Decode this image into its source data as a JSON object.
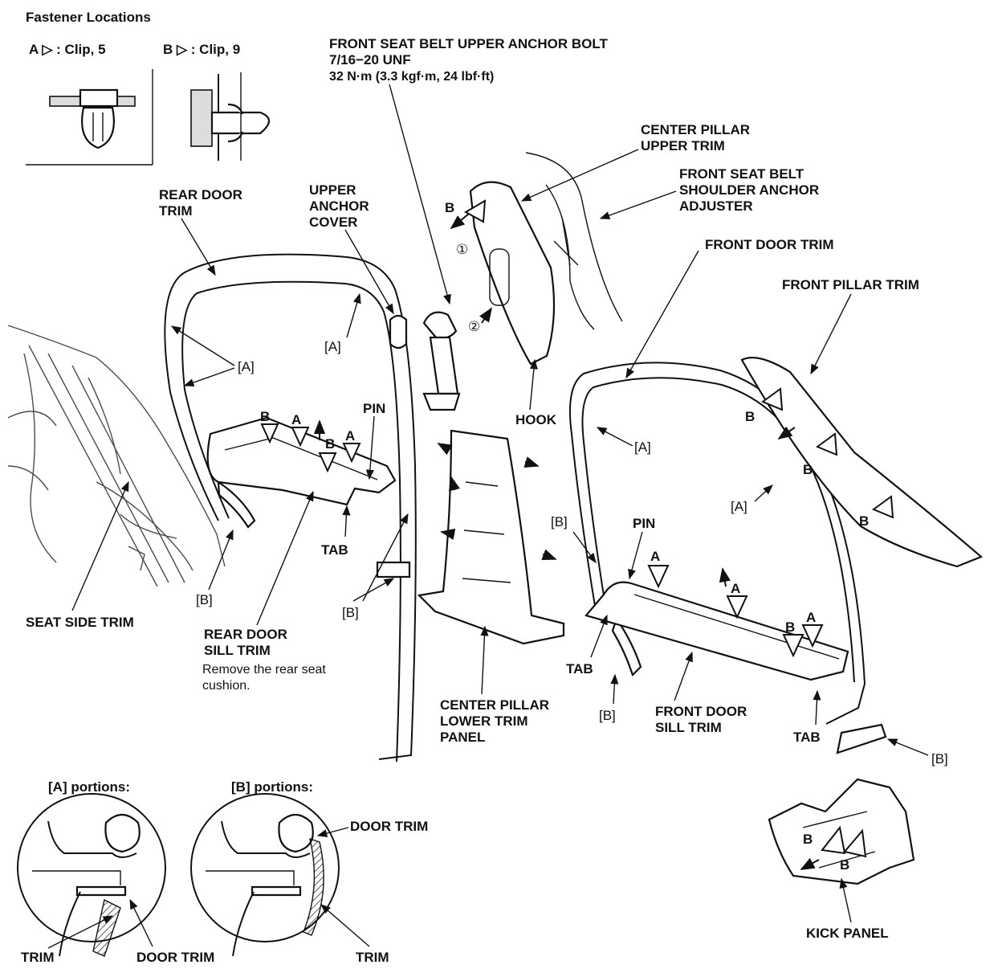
{
  "fastener_locations": {
    "title": "Fastener Locations",
    "clip_a": "A ▷ : Clip, 5",
    "clip_b": "B ▷ : Clip, 9"
  },
  "callouts": {
    "front_seat_belt_upper_anchor_bolt": [
      "FRONT SEAT BELT UPPER ANCHOR BOLT",
      "7/16−20 UNF",
      "32 N·m (3.3 kgf·m, 24 lbf·ft)"
    ],
    "center_pillar_upper_trim": [
      "CENTER PILLAR",
      "UPPER TRIM"
    ],
    "front_seat_belt_shoulder_anchor_adjuster": [
      "FRONT SEAT BELT",
      "SHOULDER ANCHOR",
      "ADJUSTER"
    ],
    "rear_door_trim": [
      "REAR DOOR",
      "TRIM"
    ],
    "upper_anchor_cover": [
      "UPPER",
      "ANCHOR",
      "COVER"
    ],
    "front_door_trim": "FRONT DOOR TRIM",
    "front_pillar_trim": "FRONT PILLAR TRIM",
    "hook": "HOOK",
    "pin": "PIN",
    "tab": "TAB",
    "seat_side_trim": "SEAT SIDE TRIM",
    "rear_door_sill_trim": [
      "REAR DOOR",
      "SILL TRIM"
    ],
    "rear_door_sill_note": [
      "Remove the rear seat",
      "cushion."
    ],
    "center_pillar_lower_trim_panel": [
      "CENTER PILLAR",
      "LOWER TRIM",
      "PANEL"
    ],
    "front_door_sill_trim": [
      "FRONT DOOR",
      "SILL TRIM"
    ],
    "kick_panel": "KICK PANEL",
    "door_trim": "DOOR TRIM",
    "trim": "TRIM"
  },
  "markers": {
    "a": "A",
    "b": "B",
    "bracket_a": "[A]",
    "bracket_b": "[B]",
    "step_1": "①",
    "step_2": "②"
  },
  "details": {
    "a_portions": "[A]  portions:",
    "b_portions": "[B]  portions:"
  }
}
